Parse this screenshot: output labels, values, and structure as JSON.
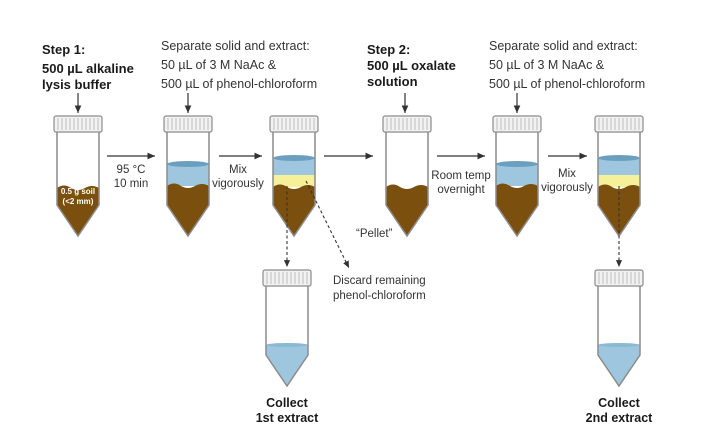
{
  "colors": {
    "soil": "#7b4f0e",
    "aqueous": "#9ec7df",
    "yellow_layer": "#f6f199",
    "tube_outline": "#8c8c8c",
    "cap": "#f2f2f2",
    "arrow": "#333333"
  },
  "step1": {
    "title": "Step 1:",
    "reagent_line1": "500 µL alkaline",
    "reagent_line2": "lysis buffer",
    "soil_label_line1": "0.5 g  soil",
    "soil_label_line2": "(<2 mm)"
  },
  "extract1": {
    "line1": "Separate solid and extract:",
    "line2": "50 µL of 3 M NaAc &",
    "line3": "500 µL of phenol-chloroform"
  },
  "heat": {
    "line1": "95 °C",
    "line2": "10 min"
  },
  "mix1": {
    "line1": "Mix",
    "line2": "vigorously"
  },
  "discard": {
    "line1": "Discard remaining",
    "line2": "phenol-chloroform"
  },
  "collect1": {
    "line1": "Collect",
    "line2": "1st extract"
  },
  "step2": {
    "title": "Step 2:",
    "reagent_line1": "500 µL oxalate",
    "reagent_line2": "solution"
  },
  "pellet": {
    "label": "“Pellet”"
  },
  "extract2": {
    "line1": "Separate solid and extract:",
    "line2": "50 µL of 3 M NaAc &",
    "line3": "500 µL of phenol-chloroform"
  },
  "incubate": {
    "line1": "Room temp",
    "line2": "overnight"
  },
  "mix2": {
    "line1": "Mix",
    "line2": "vigorously"
  },
  "collect2": {
    "line1": "Collect",
    "line2": "2nd extract"
  }
}
